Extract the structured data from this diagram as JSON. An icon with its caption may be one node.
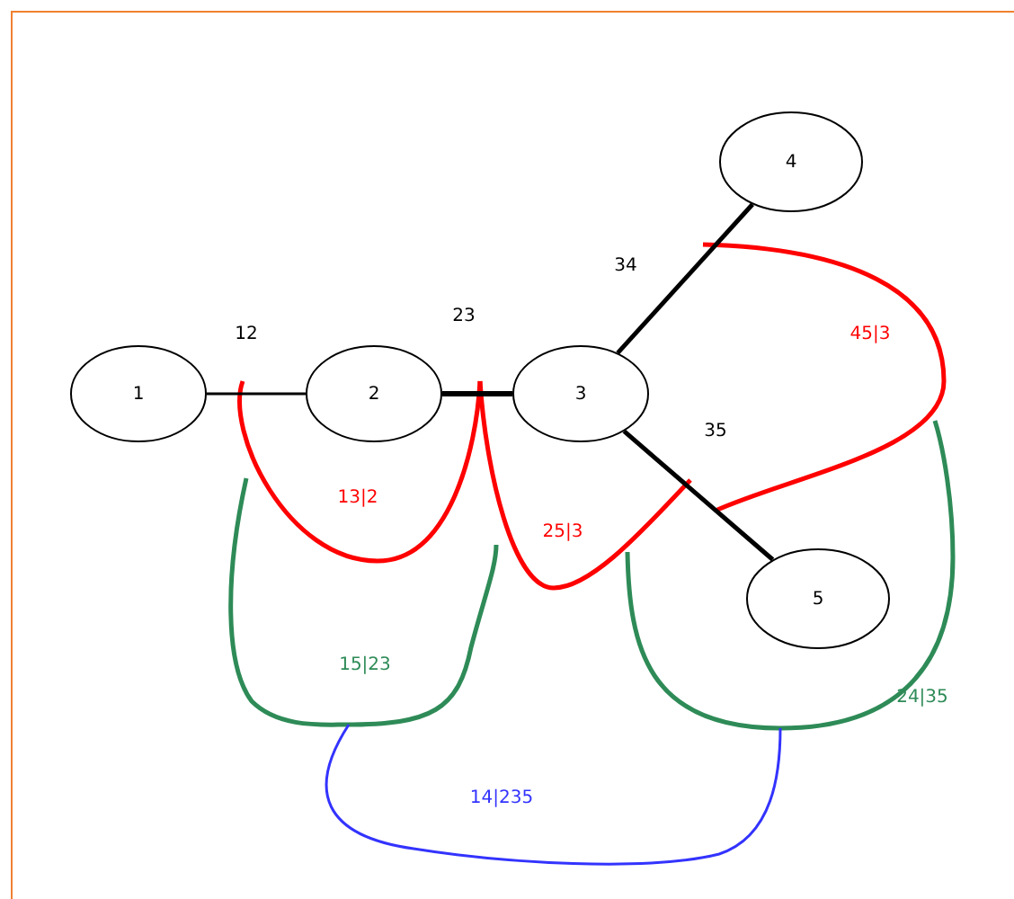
{
  "diagram": {
    "nodes": [
      {
        "text": [
          "1"
        ]
      },
      {
        "text": [
          "2"
        ]
      },
      {
        "text": [
          "3"
        ]
      },
      {
        "text": [
          "4"
        ]
      },
      {
        "text": [
          "5"
        ]
      }
    ],
    "edges": [
      {
        "from": 0,
        "to": 1,
        "arrow": "none",
        "label": "12"
      },
      {
        "from": 1,
        "to": 2,
        "arrow": "none",
        "label": "23"
      },
      {
        "from": 2,
        "to": 3,
        "arrow": "none",
        "label": "34"
      },
      {
        "from": 2,
        "to": 4,
        "arrow": "none",
        "label": "35"
      }
    ],
    "labels": [
      "45|3",
      "13|2",
      "25|3",
      "15|23",
      "24|35",
      "14|235"
    ]
  }
}
